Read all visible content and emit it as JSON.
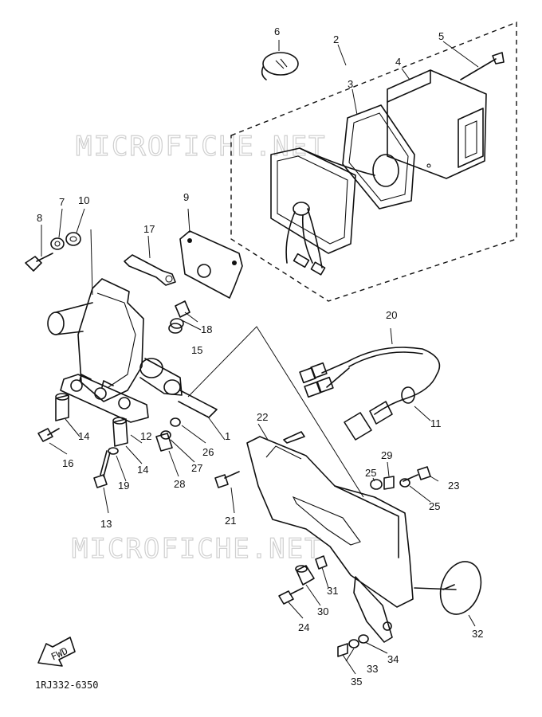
{
  "watermarks": [
    "MICROFICHE.NET",
    "MICROFICHE.NET"
  ],
  "part_code": "1RJ332-6350",
  "front_label": "FWD",
  "callouts": [
    "1",
    "2",
    "3",
    "4",
    "5",
    "6",
    "7",
    "8",
    "9",
    "10",
    "11",
    "12",
    "13",
    "14",
    "14",
    "15",
    "16",
    "17",
    "18",
    "19",
    "20",
    "21",
    "22",
    "23",
    "24",
    "25",
    "25",
    "26",
    "27",
    "28",
    "29",
    "30",
    "31",
    "32",
    "33",
    "34",
    "35"
  ]
}
